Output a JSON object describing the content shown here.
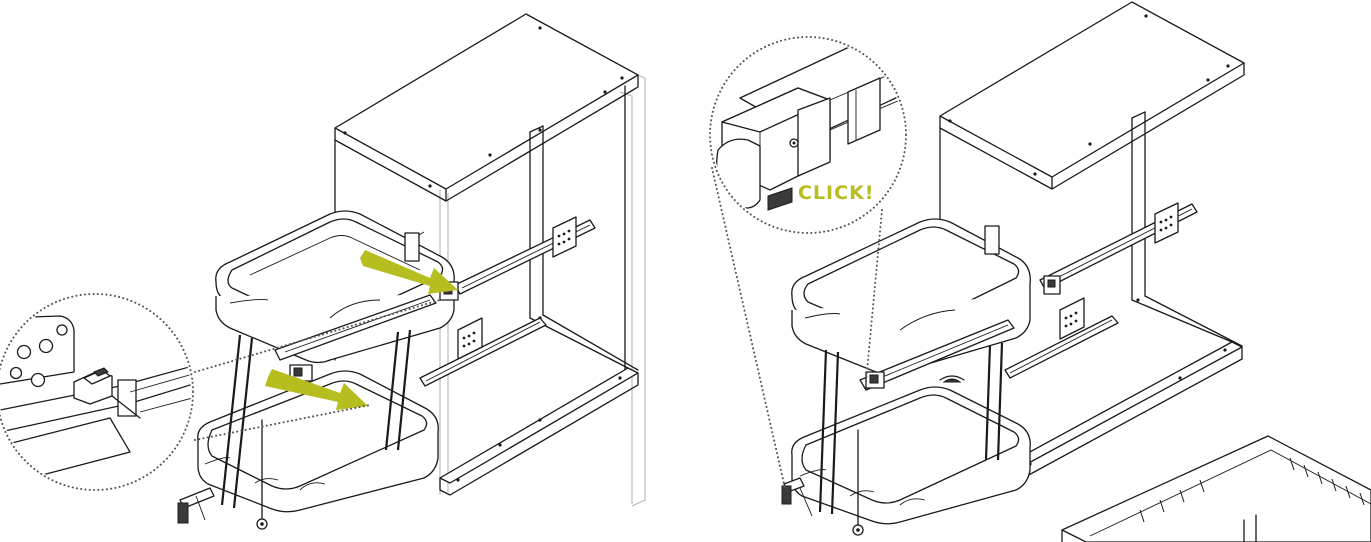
{
  "figure": {
    "callout_text": "CLICK!",
    "colors": {
      "line": "#1a1a1a",
      "arrow": "#b5bd1f",
      "click_text": "#b5bd1f",
      "ghost_line": "#bcbcbc",
      "callout_dots": "#555555",
      "background": "#ffffff"
    },
    "panels": [
      {
        "name": "step-insert",
        "arrows": 2,
        "detail_callout": "left"
      },
      {
        "name": "step-click",
        "arrows": 0,
        "detail_callout": "top-left"
      }
    ],
    "icons": [
      "arrow-insert-icon",
      "magnifier-callout-icon",
      "wheel-icon",
      "latch-clip-icon"
    ]
  }
}
